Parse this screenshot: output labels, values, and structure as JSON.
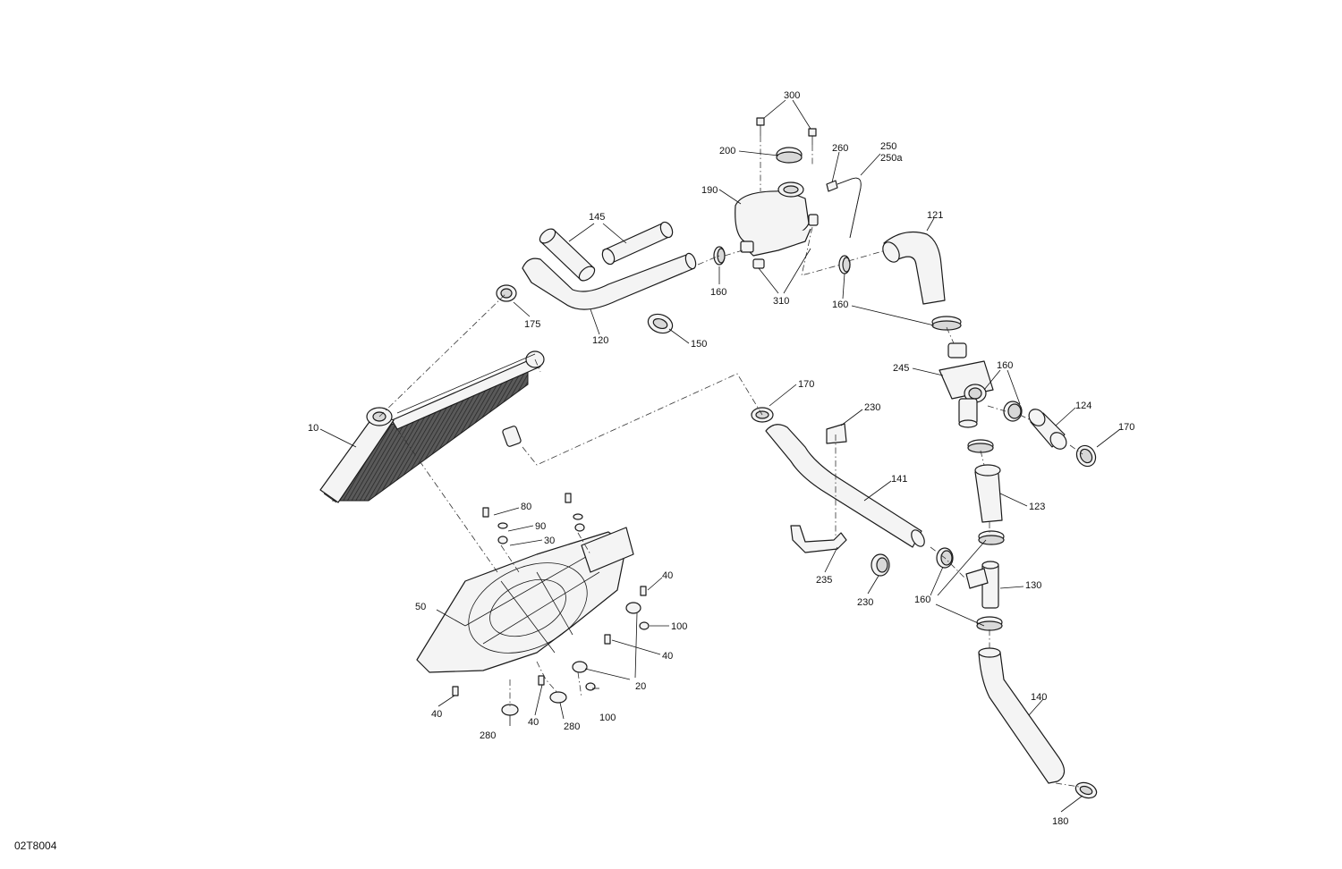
{
  "drawing_code": "02T8004",
  "callouts": {
    "c300": "300",
    "c200": "200",
    "c260": "260",
    "c250": "250",
    "c250a": "250a",
    "c190": "190",
    "c145": "145",
    "c121": "121",
    "c160a": "160",
    "c310": "310",
    "c160b": "160",
    "c175": "175",
    "c120": "120",
    "c150": "150",
    "c245": "245",
    "c160c": "160",
    "c170a": "170",
    "c230a": "230",
    "c124": "124",
    "c170b": "170",
    "c10": "10",
    "c141": "141",
    "c123": "123",
    "c80": "80",
    "c90": "90",
    "c30": "30",
    "c40a": "40",
    "c235": "235",
    "c130": "130",
    "c160d": "160",
    "c230b": "230",
    "c50": "50",
    "c100a": "100",
    "c40b": "40",
    "c20": "20",
    "c140": "140",
    "c40c": "40",
    "c100b": "100",
    "c280a": "280",
    "c40d": "40",
    "c280b": "280",
    "c180": "180"
  }
}
